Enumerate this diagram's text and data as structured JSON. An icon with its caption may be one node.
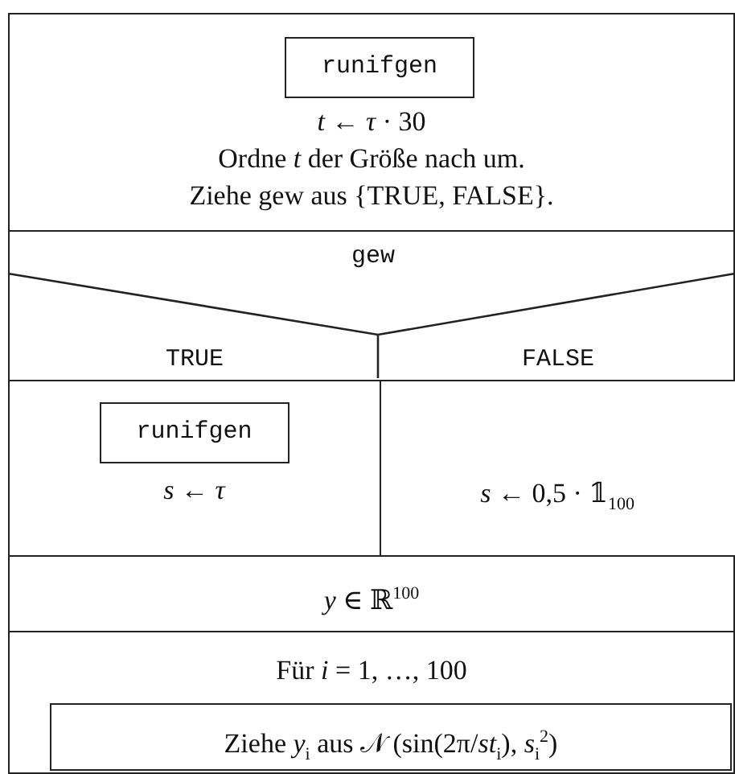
{
  "diagram": {
    "nodes": [
      {
        "text": [
          "*t* ← *τ* · 30",
          "Ordne *t* der Größe nach um.",
          "Ziehe gew aus {TRUE, FALSE}."
        ]
      },
      {
        "text": [
          "runifgen"
        ],
        "in": 0
      },
      {
        "text": [
          "gew",
          "TRUE",
          "FALSE"
        ]
      },
      {
        "text": [
          "*s* ← *τ*"
        ],
        "in": 2
      },
      {
        "text": [
          "runifgen"
        ],
        "in": 3
      },
      {
        "text": [
          "*s* ← 0,5 · 𝟙$_{100}$"
        ],
        "in": 2
      },
      {
        "text": [
          "*y* ∈ ℝ$^{100}$"
        ]
      },
      {
        "text": [
          "Für *i* = 1, …, 100"
        ]
      },
      {
        "text": [
          "Ziehe *y*$_{i}$ aus 𝒩 (sin(2π/*st*$_{i}$), *s*$_{i}$$^{2}$)"
        ],
        "in": 7
      }
    ]
  }
}
